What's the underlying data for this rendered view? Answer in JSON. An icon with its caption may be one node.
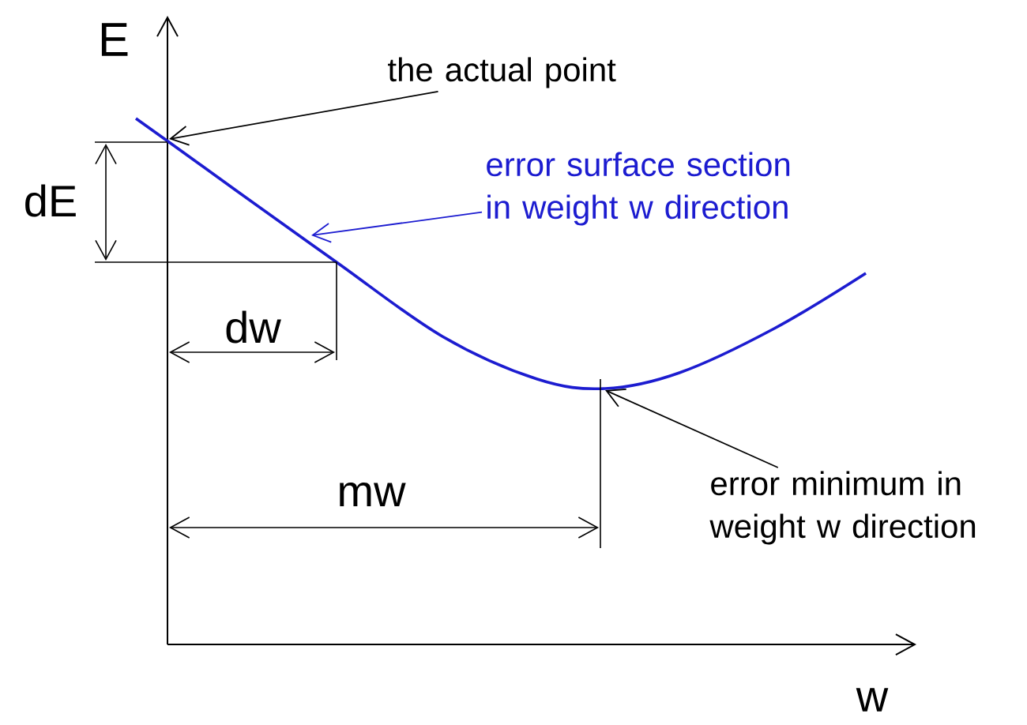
{
  "diagram": {
    "nodes": [
      {
        "text": [
          "the actual point"
        ]
      },
      {
        "text": [
          "error surface section in weight w direction"
        ]
      },
      {
        "text": [
          "error minimum in weight w direction"
        ]
      }
    ],
    "edges": [
      {
        "from": 0,
        "to": null,
        "arrow": "to"
      },
      {
        "from": 1,
        "to": null,
        "arrow": "to",
        "color": "#1c1cd0"
      },
      {
        "from": 2,
        "to": null,
        "arrow": "to"
      }
    ],
    "labels": [
      "E",
      "dE",
      "dw",
      "mw",
      "w"
    ]
  }
}
